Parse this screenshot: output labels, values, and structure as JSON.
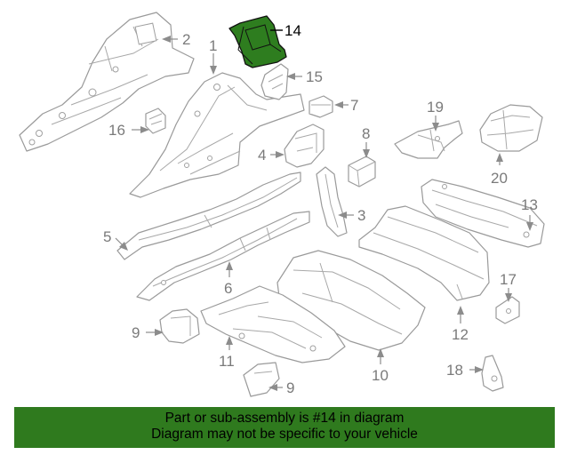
{
  "callouts": {
    "c1": "1",
    "c2": "2",
    "c3": "3",
    "c4": "4",
    "c5": "5",
    "c6": "6",
    "c7": "7",
    "c8": "8",
    "c9a": "9",
    "c9b": "9",
    "c10": "10",
    "c11": "11",
    "c12": "12",
    "c13": "13",
    "c14": "14",
    "c15": "15",
    "c16": "16",
    "c17": "17",
    "c18": "18",
    "c19": "19",
    "c20": "20"
  },
  "highlighted_part": "14",
  "highlight_color": "#2e7d1f",
  "banner": {
    "line1": "Part or sub-assembly is #14 in diagram",
    "line2": "Diagram may not be specific to your vehicle",
    "color": "#2f7a1e"
  }
}
